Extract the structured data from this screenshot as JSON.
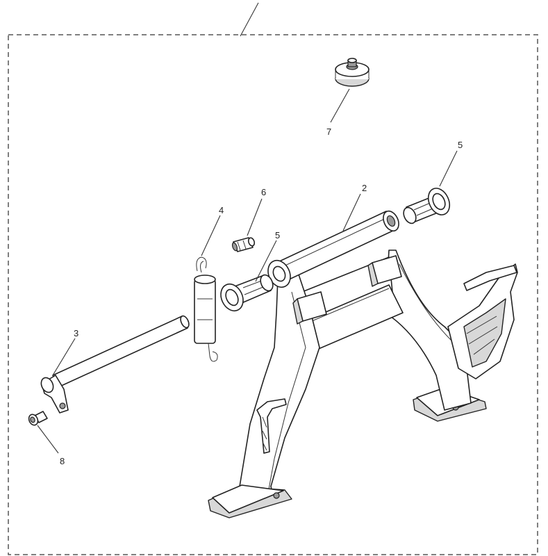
{
  "callouts": {
    "c2": "2",
    "c3": "3",
    "c4": "4",
    "c5a": "5",
    "c5b": "5",
    "c6": "6",
    "c7": "7",
    "c8": "8"
  }
}
